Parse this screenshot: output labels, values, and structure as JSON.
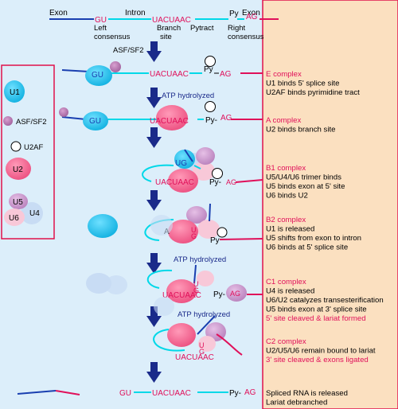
{
  "top": {
    "exon_left": "Exon",
    "intron": "Intron",
    "exon_right": "Exon",
    "gu": "GU",
    "seq": "UACUAAC",
    "py": "Py",
    "ag": "AG",
    "left_consensus_1": "Left",
    "left_consensus_2": "consensus",
    "branch_1": "Branch",
    "branch_2": "site",
    "pytract": "Pytract",
    "right_consensus_1": "Right",
    "right_consensus_2": "consensus"
  },
  "legend": {
    "u1": "U1",
    "asf": "ASF/SF2",
    "u2af": "U2AF",
    "u2": "U2",
    "u5": "U5",
    "u4": "U4",
    "u6": "U6"
  },
  "labels": {
    "asf_sf2": "ASF/SF2",
    "atp_1": "ATP hydrolyzed",
    "atp_2": "ATP hydrolyzed",
    "atp_3": "ATP hydrolyzed",
    "gu": "GU",
    "seq": "UACUAAC",
    "py": "Py",
    "py_dash": "Py-",
    "ag": "AG",
    "ug": "UG",
    "u": "U",
    "g": "G"
  },
  "steps": [
    {
      "title": "E complex",
      "lines": [
        "U1 binds 5' splice site",
        "U2AF binds pyrimidine tract"
      ],
      "red_lines": []
    },
    {
      "title": "A complex",
      "lines": [
        "U2 binds branch site"
      ],
      "red_lines": []
    },
    {
      "title": "B1 complex",
      "lines": [
        "U5/U4/U6 trimer binds",
        "U5 binds exon at 5' site",
        "U6 binds U2"
      ],
      "red_lines": []
    },
    {
      "title": "B2 complex",
      "lines": [
        "U1 is released",
        "U5 shifts from exon to intron",
        "U6 binds at 5' splice site"
      ],
      "red_lines": []
    },
    {
      "title": "C1 complex",
      "lines": [
        "U4 is released",
        "U6/U2 catalyzes transesterification",
        "U5 binds exon at 3' splice site"
      ],
      "red_lines": [
        "5' site cleaved & lariat formed"
      ]
    },
    {
      "title": "C2 complex",
      "lines": [
        "U2/U5/U6 remain bound to lariat"
      ],
      "red_lines": [
        "3' site cleaved & exons ligated"
      ]
    },
    {
      "title": "",
      "lines": [
        "Spliced RNA is released",
        "Lariat debranched"
      ],
      "red_lines": []
    }
  ],
  "colors": {
    "exon": "#1a3fb0",
    "intron": "#00d8e8",
    "accent_red": "#e0105a",
    "u1": "#10b8e8",
    "asf": "#b06aa8",
    "u2": "#f0608a",
    "u5": "#c890c8",
    "u4": "#b8ccf0",
    "u6": "#f8c8d8",
    "arrow": "#1a2a8a",
    "panel_bg": "#dceefa",
    "right_bg": "#fbe0c0",
    "border": "#e0104a"
  }
}
